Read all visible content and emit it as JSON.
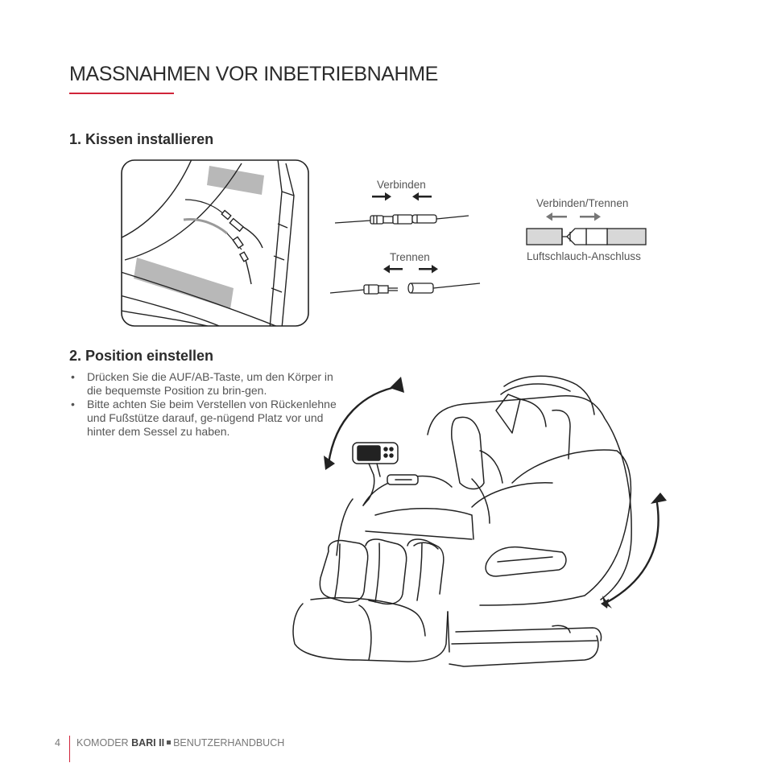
{
  "page": {
    "title": "MASSNAHMEN VOR INBETRIEBNAHME",
    "accent_color": "#d0243a"
  },
  "section1": {
    "heading": "1. Kissen installieren",
    "connect_label": "Verbinden",
    "disconnect_label": "Trennen",
    "connect_disconnect_label": "Verbinden/Trennen",
    "air_hose_label": "Luftschlauch-Anschluss"
  },
  "section2": {
    "heading": "2. Position einstellen",
    "bullets": [
      "Drücken Sie die AUF/AB-Taste, um den Körper in die bequemste Position zu brin-gen.",
      "Bitte achten Sie beim Verstellen von Rückenlehne und Fußstütze darauf, ge-nügend Platz vor und hinter dem Sessel zu haben."
    ]
  },
  "footer": {
    "page_number": "4",
    "brand": "KOMODER",
    "model": "BARI II",
    "manual": "BENUTZERHANDBUCH"
  },
  "icons": [
    "connector-illustration",
    "air-hose-connector-icon",
    "massage-chair-illustration",
    "rotate-arrow-icon"
  ]
}
